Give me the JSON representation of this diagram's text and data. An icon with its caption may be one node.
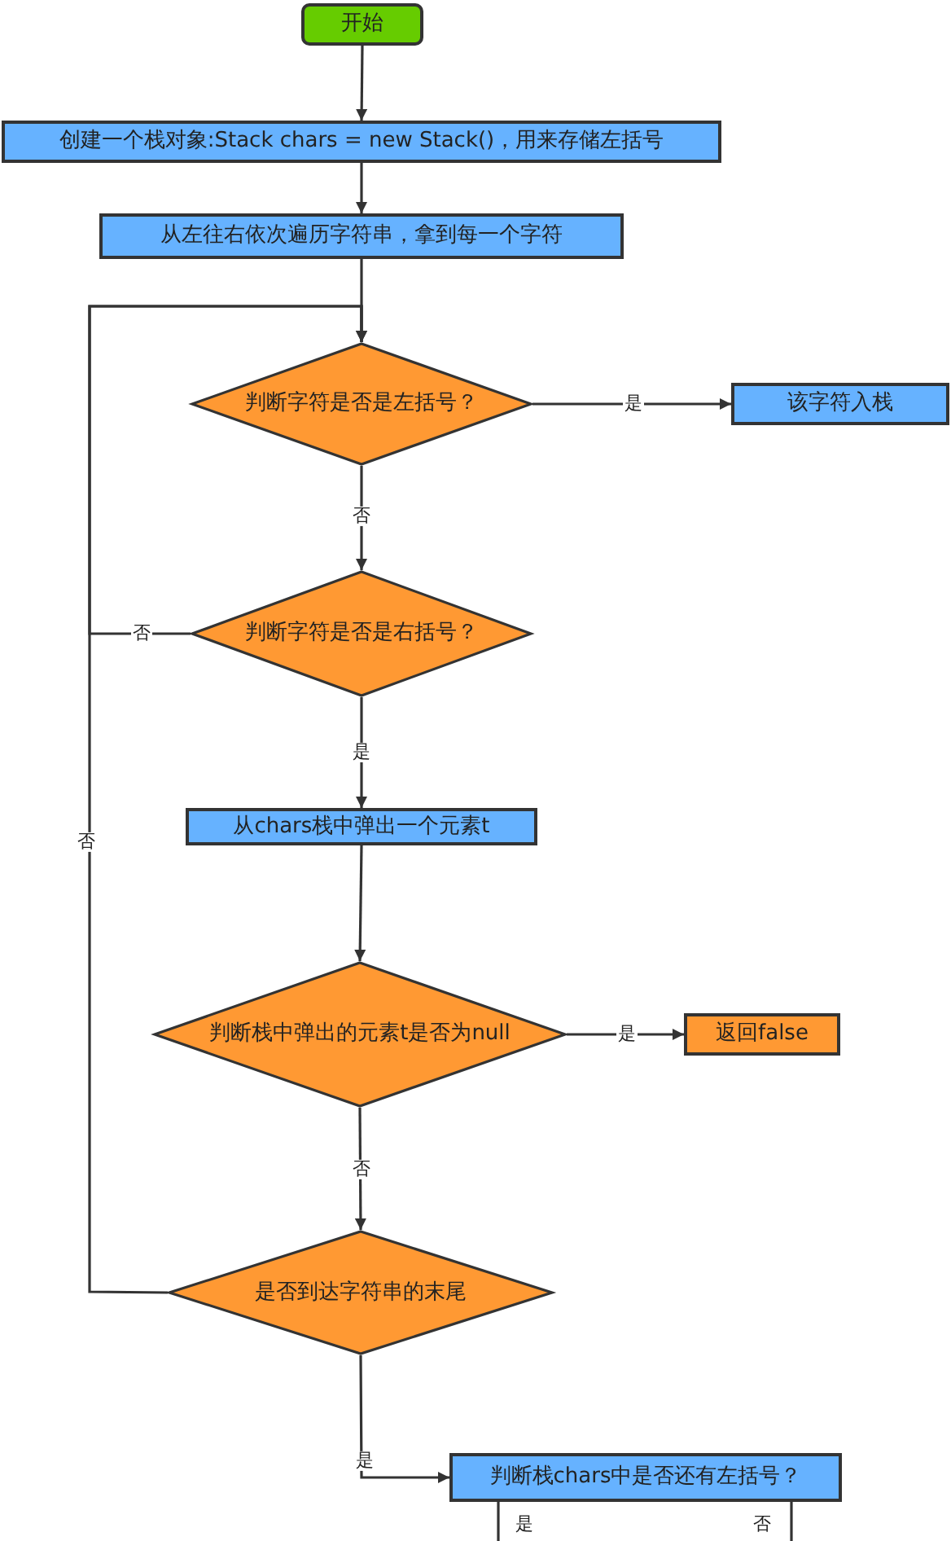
{
  "diagram": {
    "nodes": [
      {
        "text": [
          "开始"
        ]
      },
      {
        "text": [
          "创建一个栈对象:Stack chars = new Stack()，用来存储左括号"
        ]
      },
      {
        "text": [
          "从左往右依次遍历字符串，拿到每一个字符"
        ]
      },
      {
        "text": [
          "判断字符是否是左括号？"
        ]
      },
      {
        "text": [
          "该字符入栈"
        ]
      },
      {
        "text": [
          "判断字符是否是右括号？"
        ]
      },
      {
        "text": [
          "从chars栈中弹出一个元素t"
        ]
      },
      {
        "text": [
          "判断栈中弹出的元素t是否为null"
        ]
      },
      {
        "text": [
          "返回false"
        ]
      },
      {
        "text": [
          "是否到达字符串的末尾"
        ]
      },
      {
        "text": [
          "判断栈chars中是否还有左括号？"
        ]
      }
    ],
    "edges": [
      {
        "from": 0,
        "to": 1,
        "arrow": "to"
      },
      {
        "from": 1,
        "to": 2,
        "arrow": "to"
      },
      {
        "from": 2,
        "to": 3,
        "arrow": "to"
      },
      {
        "from": 3,
        "to": 4,
        "arrow": "to",
        "label": "是"
      },
      {
        "from": 3,
        "to": 5,
        "arrow": "to",
        "label": "否"
      },
      {
        "from": 5,
        "to": 3,
        "arrow": "to",
        "label": "否"
      },
      {
        "from": 5,
        "to": 6,
        "arrow": "to",
        "label": "是"
      },
      {
        "from": 6,
        "to": 7,
        "arrow": "to"
      },
      {
        "from": 7,
        "to": 8,
        "arrow": "to",
        "label": "是"
      },
      {
        "from": 7,
        "to": 9,
        "arrow": "to",
        "label": "否"
      },
      {
        "from": 9,
        "to": 3,
        "arrow": "to",
        "label": "否"
      },
      {
        "from": 9,
        "to": 10,
        "arrow": "to",
        "label": "是"
      },
      {
        "from": 10,
        "to": null,
        "arrow": "none",
        "label": "是"
      },
      {
        "from": 10,
        "to": null,
        "arrow": "none",
        "label": "否"
      }
    ]
  }
}
